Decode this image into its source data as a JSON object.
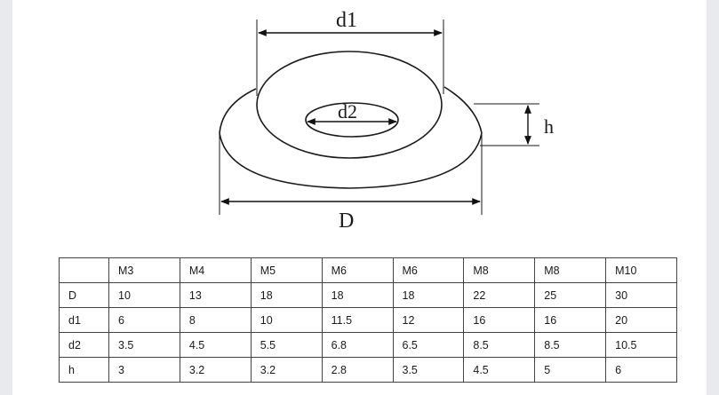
{
  "labels": {
    "d1": "d1",
    "d2": "d2",
    "h": "h",
    "D": "D"
  },
  "table": {
    "columns": [
      "M3",
      "M4",
      "M5",
      "M6",
      "M6",
      "M8",
      "M8",
      "M10"
    ],
    "rows": [
      {
        "name": "D",
        "values": [
          "10",
          "13",
          "18",
          "18",
          "18",
          "22",
          "25",
          "30"
        ]
      },
      {
        "name": "d1",
        "values": [
          "6",
          "8",
          "10",
          "11.5",
          "12",
          "16",
          "16",
          "20"
        ]
      },
      {
        "name": "d2",
        "values": [
          "3.5",
          "4.5",
          "5.5",
          "6.8",
          "6.5",
          "8.5",
          "8.5",
          "10.5"
        ]
      },
      {
        "name": "h",
        "values": [
          "3",
          "3.2",
          "3.2",
          "2.8",
          "3.5",
          "4.5",
          "5",
          "6"
        ]
      }
    ]
  }
}
